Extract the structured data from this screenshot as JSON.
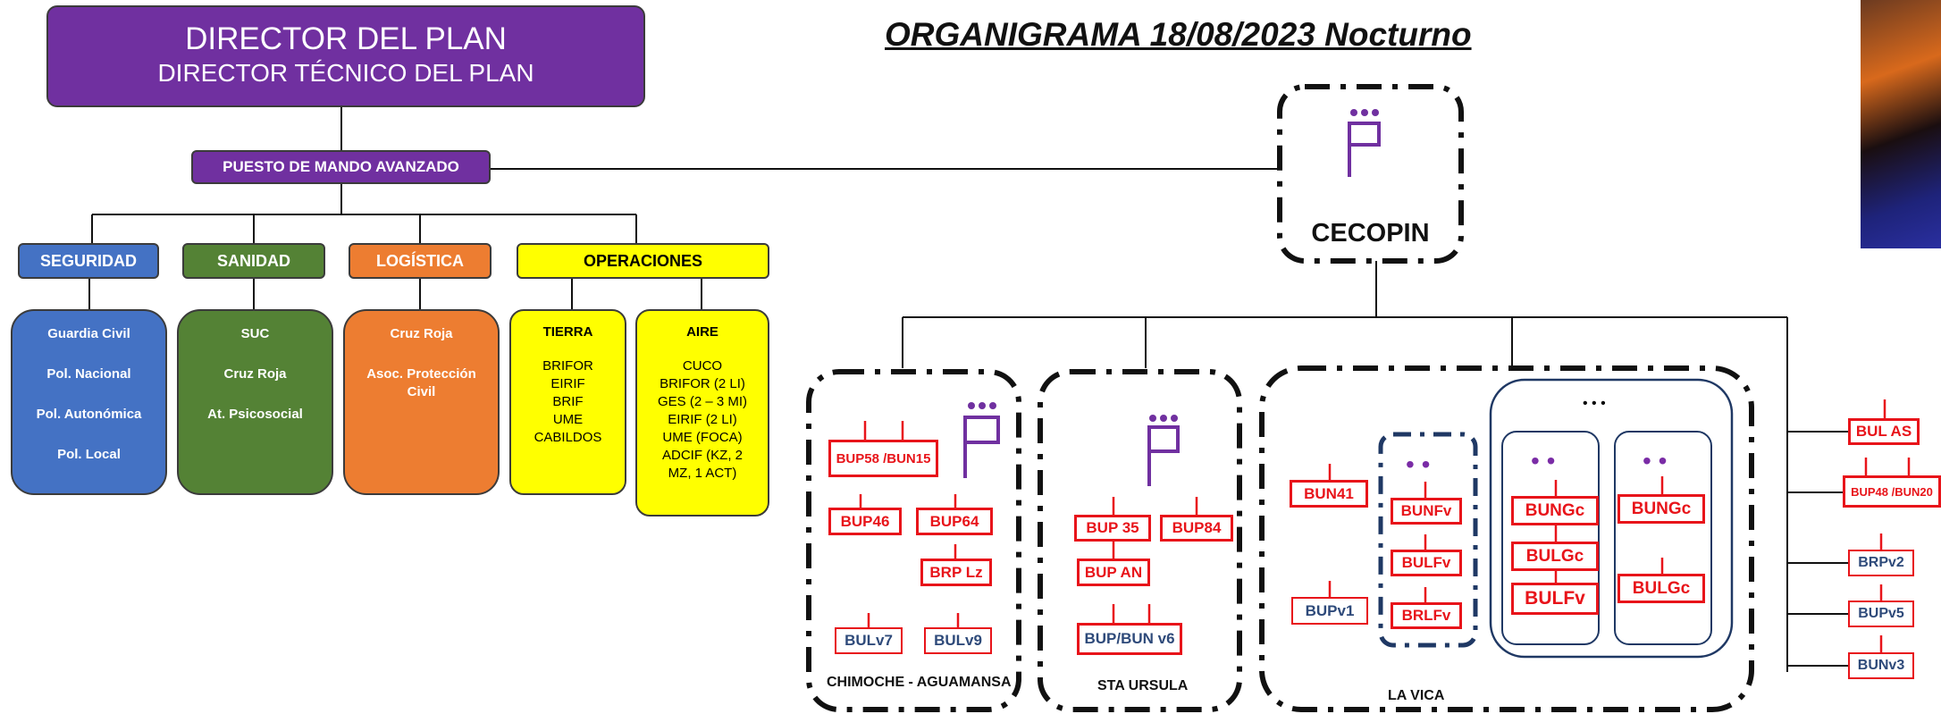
{
  "title": "ORGANIGRAMA 18/08/2023 Nocturno",
  "director": {
    "line1": "DIRECTOR DEL PLAN",
    "line2": "DIRECTOR TÉCNICO DEL PLAN"
  },
  "pma": "PUESTO DE MANDO AVANZADO",
  "cecopin": {
    "label": "CECOPIN",
    "symbol": "P̈"
  },
  "sections": {
    "seguridad": {
      "title": "SEGURIDAD",
      "items": [
        "Guardia Civil",
        "Pol. Nacional",
        "Pol.  Autonómica",
        "Pol. Local"
      ]
    },
    "sanidad": {
      "title": "SANIDAD",
      "items": [
        "SUC",
        "Cruz Roja",
        "At. Psicosocial"
      ]
    },
    "logistica": {
      "title": "LOGÍSTICA",
      "items": [
        "Cruz Roja",
        "Asoc. Protección",
        "Civil"
      ]
    },
    "operaciones": {
      "title": "OPERACIONES"
    }
  },
  "tierra": {
    "title": "TIERRA",
    "items": [
      "BRIFOR",
      "EIRIF",
      "BRIF",
      "UME",
      "CABILDOS"
    ]
  },
  "aire": {
    "title": "AIRE",
    "items": [
      "CUCO",
      "BRIFOR (2 LI)",
      "GES (2 – 3 MI)",
      "EIRIF (2 LI)",
      "UME (FOCA)",
      "ADCIF (KZ, 2",
      "MZ, 1 ACT)"
    ]
  },
  "zones": {
    "chimoche": {
      "label": "CHIMOCHE - AGUAMANSA",
      "units": [
        "BUP58 /BUN15",
        "BUP46",
        "BUP64",
        "BRP Lz",
        "BULv7",
        "BULv9"
      ]
    },
    "sta_ursula": {
      "label": "STA URSULA",
      "units": [
        "BUP 35",
        "BUP84",
        "BUP AN",
        "BUP/BUN v6"
      ]
    },
    "la_vica": {
      "label": "LA VICA",
      "units": [
        "BUN41",
        "BUPv1",
        "BUNFv",
        "BULFv",
        "BRLFv",
        "BUNGc",
        "BULGc",
        "BULFv",
        "BUNGc",
        "BULGc"
      ]
    }
  },
  "side_units": [
    "BUL AS",
    "BUP48 /BUN20",
    "BRPv2",
    "BUPv5",
    "BUNv3"
  ],
  "dots": {
    "three": "• • •",
    "two": "• •"
  },
  "colors": {
    "purple": "#7030a0",
    "blue": "#4472c4",
    "green": "#548235",
    "orange": "#ed7d31",
    "yellow": "#ffff00",
    "red": "#e8141a"
  }
}
